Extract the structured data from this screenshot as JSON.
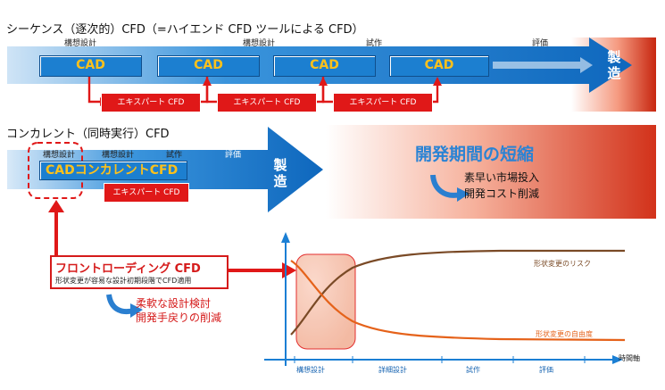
{
  "sequence": {
    "title": "シーケンス（逐次的）CFD（=ハイエンド CFD ツールによる CFD）",
    "phases": [
      "構想設計",
      "構想設計",
      "試作",
      "評価"
    ],
    "cad_label": "CAD",
    "expert_label": "エキスパート CFD",
    "manufacture": "製造"
  },
  "concurrent": {
    "title": "コンカレント（同時実行）CFD",
    "phases": [
      "構想設計",
      "構想設計",
      "試作",
      "評価"
    ],
    "cad_concurrent": "CADコンカレントCFD",
    "expert_label": "エキスパート CFD",
    "manufacture": "製造"
  },
  "benefit": {
    "headline": "開発期間の短縮",
    "lines": [
      "素早い市場投入",
      "開発コスト削減"
    ]
  },
  "front_loading": {
    "title": "フロントローディング CFD",
    "subtitle": "形状変更が容易な設計初期段階でCFD適用",
    "notes": [
      "柔軟な設計検討",
      "開発手戻りの削減"
    ]
  },
  "graph": {
    "curve_risk": "形状変更のリスク",
    "curve_freedom": "形状変更の自由度",
    "x_axis": "時間軸",
    "phases": [
      "構想設計",
      "詳細設計",
      "試作",
      "評価"
    ]
  },
  "colors": {
    "arrow_blue": "#1c7fd0",
    "red": "#e01818",
    "cad_text": "#ffc11a",
    "risk_curve": "#7a4a26",
    "freedom_curve": "#e5621a"
  }
}
